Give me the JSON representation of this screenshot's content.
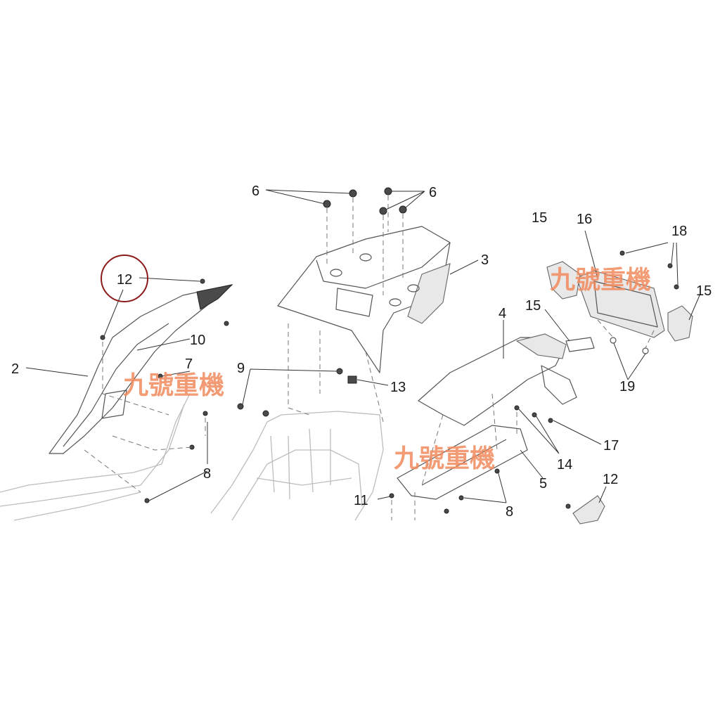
{
  "labels": {
    "l12a": "12",
    "l2": "2",
    "l10": "10",
    "l7": "7",
    "l9": "9",
    "l8a": "8",
    "l6a": "6",
    "l6b": "6",
    "l3": "3",
    "l13": "13",
    "l4": "4",
    "l15a": "15",
    "l15b": "15",
    "l15c": "15",
    "l16": "16",
    "l18": "18",
    "l19": "19",
    "l17": "17",
    "l14": "14",
    "l5": "5",
    "l11": "11",
    "l8b": "8",
    "l12b": "12"
  },
  "watermarks": [
    "九號重機",
    "九號重機",
    "九號重機"
  ],
  "colors": {
    "highlight_circle": "#8b1a1a",
    "watermark": "#f08a5d",
    "line": "#555555"
  }
}
